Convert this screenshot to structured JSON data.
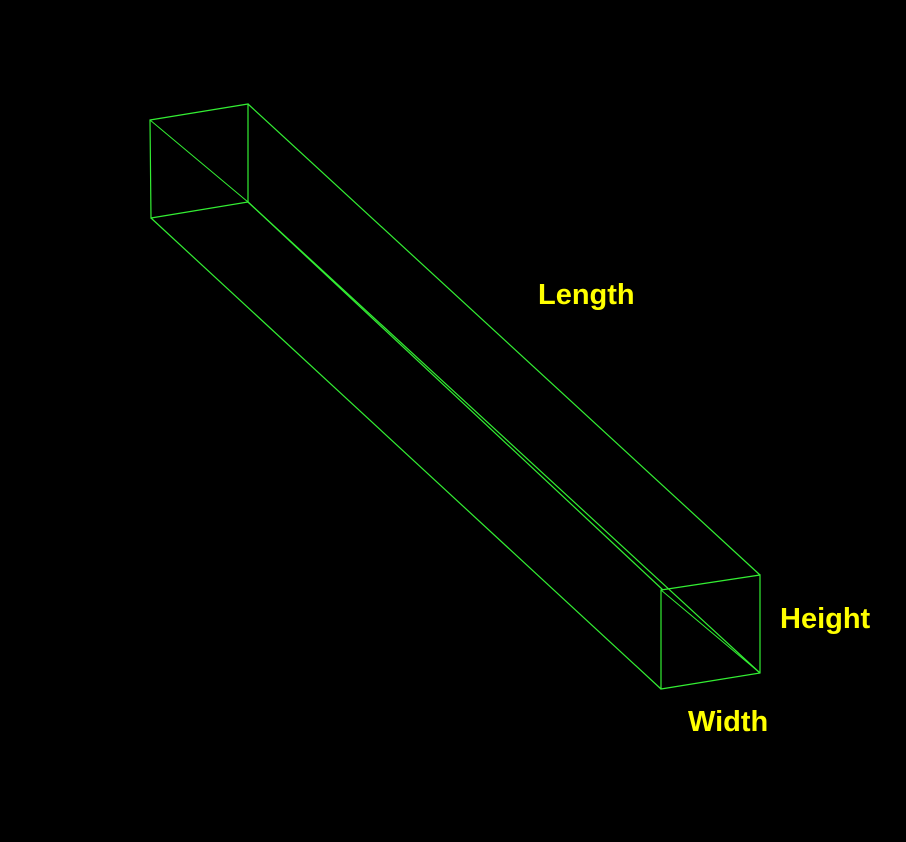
{
  "diagram": {
    "subject": "rectangular prism wireframe",
    "labels": {
      "length": "Length",
      "height": "Height",
      "width": "Width"
    }
  },
  "colors": {
    "background": "#000000",
    "wireframe": "#33ee33",
    "label": "#ffff00"
  }
}
